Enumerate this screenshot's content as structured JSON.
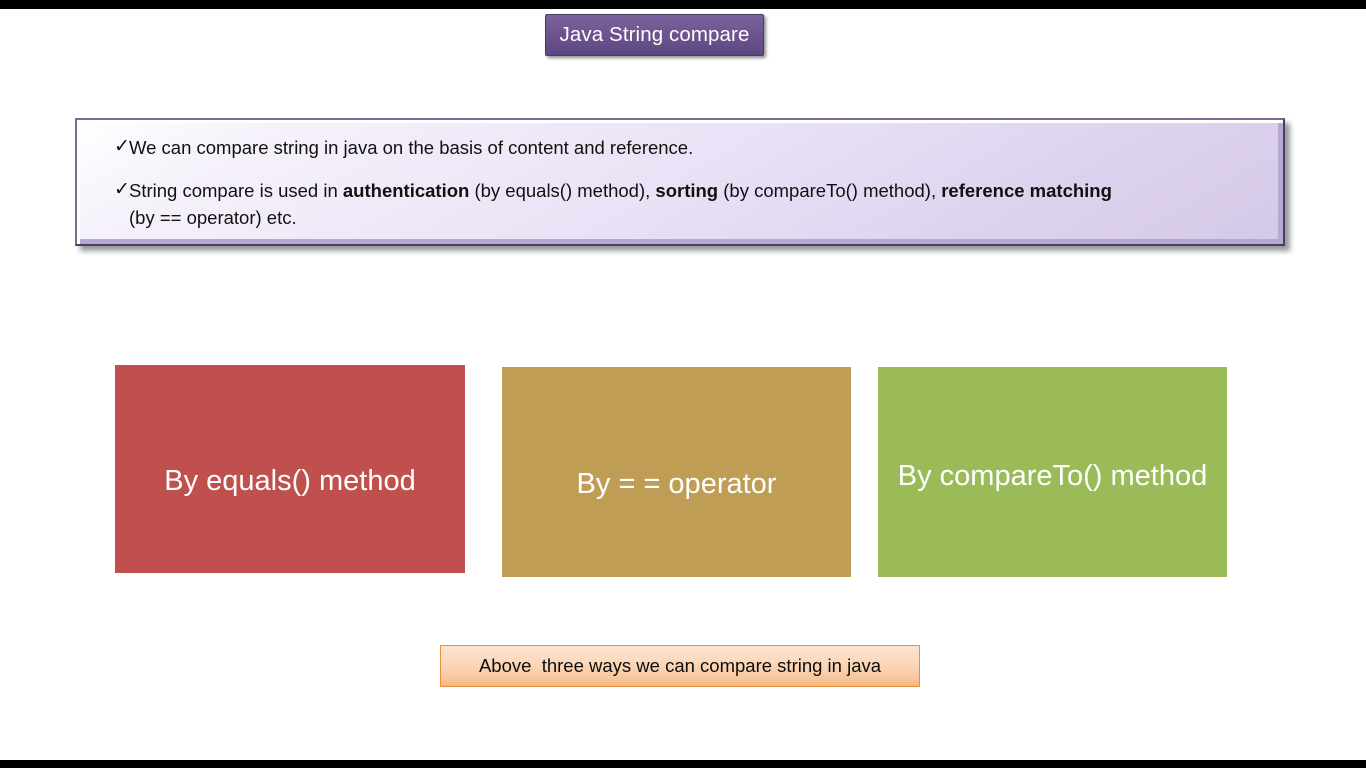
{
  "slide": {
    "title": "Java String compare",
    "background_color": "#ffffff",
    "letterbox_color": "#000000"
  },
  "bullets": {
    "marker_icon": "check-icon",
    "marker_glyph": "✓",
    "items": [
      {
        "parts": [
          {
            "text": "We can compare string in java on the basis of content and reference.",
            "bold": false
          }
        ]
      },
      {
        "parts": [
          {
            "text": "String compare is used in ",
            "bold": false
          },
          {
            "text": "authentication",
            "bold": true
          },
          {
            "text": " (by equals() method), ",
            "bold": false
          },
          {
            "text": "sorting",
            "bold": true
          },
          {
            "text": " (by compareTo() method), ",
            "bold": false
          },
          {
            "text": "reference matching",
            "bold": true
          },
          {
            "text": "\n (by == operator) etc.",
            "bold": false
          }
        ]
      }
    ]
  },
  "methods": [
    {
      "label": "By equals() method",
      "color": "#c0504d"
    },
    {
      "label": "By = = operator",
      "color": "#bf9d55"
    },
    {
      "label": "By compareTo() method",
      "color": "#9bbb59"
    }
  ],
  "caption": {
    "text": "Above  three ways we can compare string in java",
    "fill_color": "#fbd9bd",
    "border_color": "#e8913c"
  }
}
